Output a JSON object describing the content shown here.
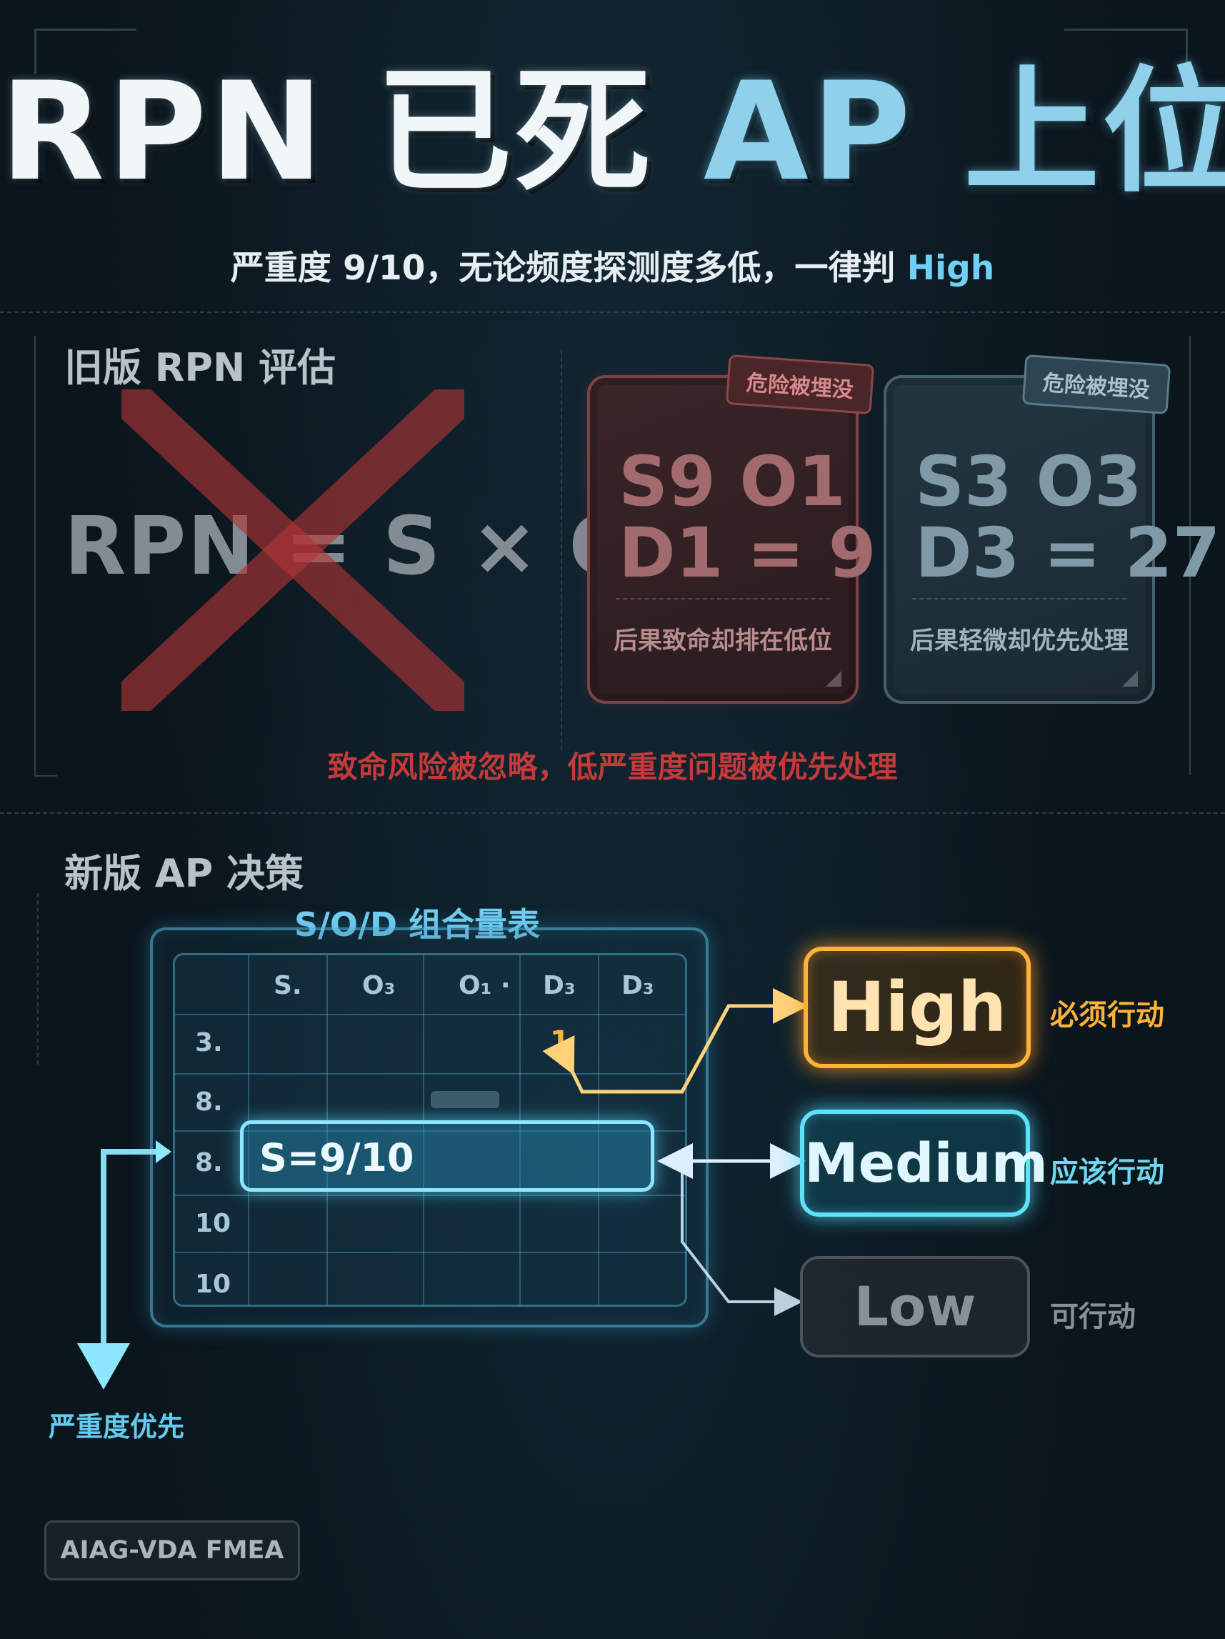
{
  "title": {
    "part1": "RPN 已死 ",
    "part2": "AP 上位"
  },
  "subtitle": {
    "main": "严重度 9/10，无论频度探测度多低，一律判 ",
    "highlight": "High"
  },
  "old_section": {
    "label": "旧版 RPN 评估",
    "formula": "RPN = S × O × D",
    "cards": [
      {
        "tag": "危险被埋没",
        "line1": "S9   O1",
        "line2": "D1 = 9",
        "caption": "后果致命却排在低位"
      },
      {
        "tag": "危险被埋没",
        "line1": "S3   O3",
        "line2": "D3 = 27",
        "caption": "后果轻微却优先处理"
      }
    ],
    "warning": "致命风险被忽略，低严重度问题被优先处理"
  },
  "new_section": {
    "label": "新版 AP 决策",
    "table_title": "S/O/D 组合量表",
    "col_headers": [
      "S.",
      "O₃",
      "O₁ ·",
      "D₃",
      "D₃"
    ],
    "row_headers": [
      "3.",
      "8.",
      "8.",
      "10",
      "10"
    ],
    "highlight_cell": "1",
    "s_bar": "S=9/10",
    "severity_priority": "严重度优先",
    "results": [
      {
        "label": "High",
        "action": "必须行动"
      },
      {
        "label": "Medium",
        "action": "应该行动"
      },
      {
        "label": "Low",
        "action": "可行动"
      }
    ]
  },
  "footer": "AIAG-VDA FMEA",
  "colors": {
    "high": "#ffb13a",
    "medium": "#5fe2f7",
    "low": "#4c5358",
    "warning": "#c43a3a",
    "accent": "#6fd0f5"
  }
}
